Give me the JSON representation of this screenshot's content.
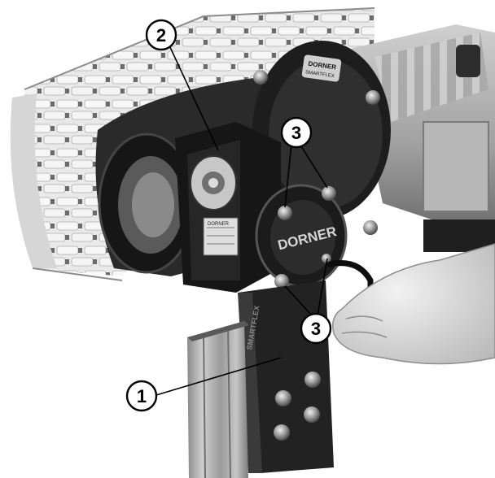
{
  "image": {
    "kind": "grayscale product photograph",
    "subject": "conveyor gearmotor mount"
  },
  "colors": {
    "background": "#ffffff",
    "belt": "#e8e8e8",
    "metal_dark": "#1e1e1e",
    "aluminum": "#a8a8a8",
    "callout_fill": "#ffffff",
    "callout_stroke": "#000000"
  },
  "labels": {
    "brand_gearbox": "DORNER",
    "brand_cover": "DORNER",
    "brand_plate": "DORNER",
    "brand_plate_sub": "SMARTFLEX",
    "brand_bracket": "SMARTFLEX"
  },
  "callouts": {
    "c1": "1",
    "c2": "2",
    "c3_top": "3",
    "c3_bottom": "3"
  }
}
